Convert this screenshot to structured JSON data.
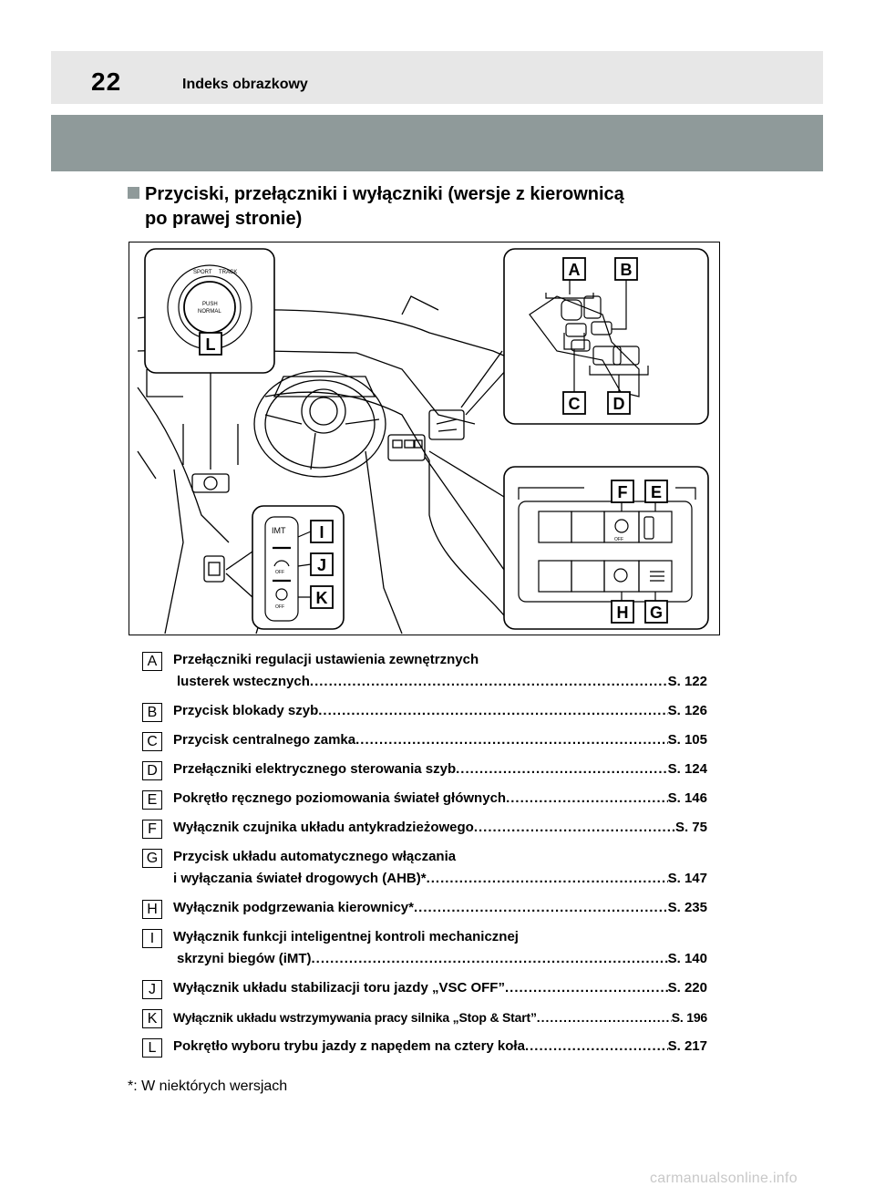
{
  "header": {
    "page_number": "22",
    "title": "Indeks obrazkowy"
  },
  "section": {
    "title_line1": "Przyciski, przełączniki i wyłączniki (wersje z kierownicą",
    "title_line2": "po prawej stronie)"
  },
  "figure": {
    "labels": {
      "A": "A",
      "B": "B",
      "C": "C",
      "D": "D",
      "E": "E",
      "F": "F",
      "G": "G",
      "H": "H",
      "I": "I",
      "J": "J",
      "K": "K",
      "L": "L"
    },
    "knob_text": {
      "sport": "SPORT",
      "track": "TRACK",
      "push": "PUSH",
      "normal": "NORMAL"
    },
    "switch_text": {
      "imt": "IMT",
      "off1": "OFF",
      "off2": "OFF",
      "off3": "OFF"
    }
  },
  "items": [
    {
      "letter": "A",
      "lines": [
        "Przełączniki regulacji ustawienia zewnętrznych",
        "lusterek wstecznych"
      ],
      "page": "S. 122"
    },
    {
      "letter": "B",
      "lines": [
        "Przycisk blokady szyb "
      ],
      "page": "S. 126"
    },
    {
      "letter": "C",
      "lines": [
        "Przycisk centralnego zamka"
      ],
      "page": "S. 105"
    },
    {
      "letter": "D",
      "lines": [
        "Przełączniki elektrycznego sterowania szyb "
      ],
      "page": "S. 124"
    },
    {
      "letter": "E",
      "lines": [
        "Pokrętło ręcznego poziomowania świateł głównych "
      ],
      "page": "S. 146"
    },
    {
      "letter": "F",
      "lines": [
        "Wyłącznik czujnika układu antykradzieżowego"
      ],
      "page": "S. 75"
    },
    {
      "letter": "G",
      "lines": [
        "Przycisk układu automatycznego włączania",
        "i wyłączania świateł drogowych (AHB)* "
      ],
      "page": "S. 147"
    },
    {
      "letter": "H",
      "lines": [
        "Wyłącznik podgrzewania kierownicy* "
      ],
      "page": "S. 235"
    },
    {
      "letter": "I",
      "lines": [
        "Wyłącznik funkcji inteligentnej kontroli mechanicznej",
        "skrzyni biegów (iMT) "
      ],
      "page": "S. 140"
    },
    {
      "letter": "J",
      "lines": [
        "Wyłącznik układu stabilizacji toru jazdy „VSC OFF” "
      ],
      "page": "S. 220"
    },
    {
      "letter": "K",
      "lines": [
        "Wyłącznik układu wstrzymywania pracy silnika „Stop & Start” "
      ],
      "page": "S. 196"
    },
    {
      "letter": "L",
      "lines": [
        "Pokrętło wyboru trybu jazdy z napędem na cztery koła "
      ],
      "page": "S. 217"
    }
  ],
  "footnote": "*: W niektórych wersjach",
  "watermark": "carmanualsonline.info",
  "colors": {
    "band": "#8f9a9a",
    "header_bg": "#e7e7e7"
  }
}
